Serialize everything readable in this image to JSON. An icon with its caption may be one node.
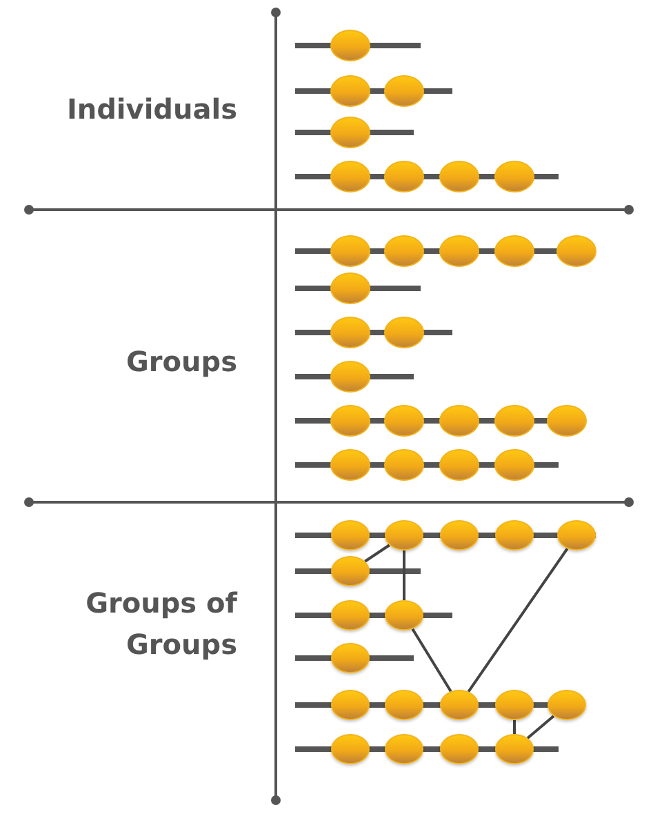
{
  "diagram": {
    "nodes": [
      {
        "text": [],
        "shape": "circle"
      },
      {
        "text": [],
        "shape": "circle"
      },
      {
        "text": [],
        "shape": "circle"
      },
      {
        "text": [],
        "shape": "circle"
      },
      {
        "text": [],
        "shape": "circle"
      },
      {
        "text": [],
        "shape": "circle"
      },
      {
        "text": [],
        "shape": "circle"
      },
      {
        "text": [],
        "shape": "circle"
      },
      {
        "text": [],
        "shape": "circle"
      },
      {
        "text": [],
        "shape": "circle"
      },
      {
        "text": [],
        "shape": "circle"
      },
      {
        "text": [],
        "shape": "circle"
      },
      {
        "text": [],
        "shape": "circle"
      },
      {
        "text": [],
        "shape": "circle"
      },
      {
        "text": [],
        "shape": "circle"
      },
      {
        "text": [],
        "shape": "circle"
      },
      {
        "text": [],
        "shape": "circle"
      },
      {
        "text": [],
        "shape": "circle"
      }
    ],
    "edges": [
      {
        "from": 1,
        "to": 5,
        "arrow": "none"
      },
      {
        "from": 1,
        "to": 7,
        "arrow": "none"
      },
      {
        "from": 7,
        "to": 11,
        "arrow": "none"
      },
      {
        "from": 4,
        "to": 11,
        "arrow": "none"
      },
      {
        "from": 12,
        "to": 17,
        "arrow": "none"
      },
      {
        "from": 13,
        "to": 17,
        "arrow": "none"
      }
    ],
    "labels": [
      "Individuals",
      "Groups",
      "Groups of Groups"
    ]
  }
}
